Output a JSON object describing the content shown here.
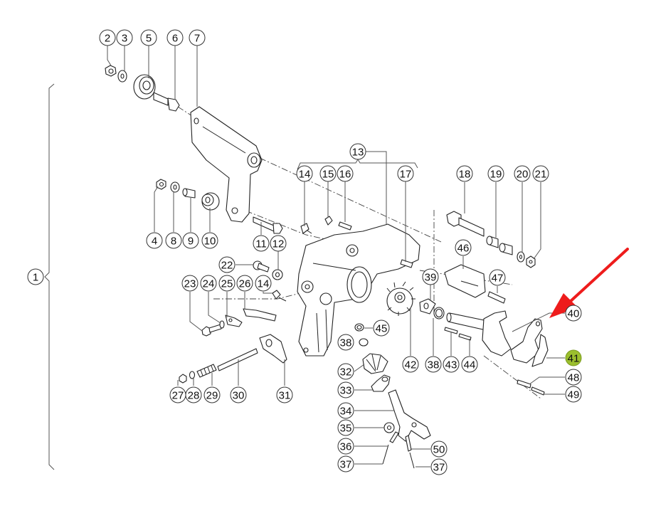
{
  "diagram": {
    "title": "Exploded parts diagram",
    "highlight_color": "#9bbf2e",
    "arrow_color": "#ee1c1c",
    "highlighted_part": "41",
    "arrow_target_part": "40",
    "group_label": "1",
    "subgroup_label": "13",
    "callouts": [
      {
        "id": "c1",
        "label": "1"
      },
      {
        "id": "c2",
        "label": "2"
      },
      {
        "id": "c3",
        "label": "3"
      },
      {
        "id": "c5",
        "label": "5"
      },
      {
        "id": "c6",
        "label": "6"
      },
      {
        "id": "c7",
        "label": "7"
      },
      {
        "id": "c4",
        "label": "4"
      },
      {
        "id": "c8",
        "label": "8"
      },
      {
        "id": "c9",
        "label": "9"
      },
      {
        "id": "c10",
        "label": "10"
      },
      {
        "id": "c11",
        "label": "11"
      },
      {
        "id": "c12",
        "label": "12"
      },
      {
        "id": "c13",
        "label": "13"
      },
      {
        "id": "c14a",
        "label": "14"
      },
      {
        "id": "c15",
        "label": "15"
      },
      {
        "id": "c16",
        "label": "16"
      },
      {
        "id": "c17",
        "label": "17"
      },
      {
        "id": "c18",
        "label": "18"
      },
      {
        "id": "c19",
        "label": "19"
      },
      {
        "id": "c20",
        "label": "20"
      },
      {
        "id": "c21",
        "label": "21"
      },
      {
        "id": "c22",
        "label": "22"
      },
      {
        "id": "c23",
        "label": "23"
      },
      {
        "id": "c24",
        "label": "24"
      },
      {
        "id": "c25",
        "label": "25"
      },
      {
        "id": "c26",
        "label": "26"
      },
      {
        "id": "c14b",
        "label": "14"
      },
      {
        "id": "c27",
        "label": "27"
      },
      {
        "id": "c28",
        "label": "28"
      },
      {
        "id": "c29",
        "label": "29"
      },
      {
        "id": "c30",
        "label": "30"
      },
      {
        "id": "c31",
        "label": "31"
      },
      {
        "id": "c32",
        "label": "32"
      },
      {
        "id": "c33",
        "label": "33"
      },
      {
        "id": "c34",
        "label": "34"
      },
      {
        "id": "c35",
        "label": "35"
      },
      {
        "id": "c36",
        "label": "36"
      },
      {
        "id": "c37a",
        "label": "37"
      },
      {
        "id": "c37b",
        "label": "37"
      },
      {
        "id": "c50",
        "label": "50"
      },
      {
        "id": "c38a",
        "label": "38"
      },
      {
        "id": "c38b",
        "label": "38"
      },
      {
        "id": "c39",
        "label": "39"
      },
      {
        "id": "c42",
        "label": "42"
      },
      {
        "id": "c43",
        "label": "43"
      },
      {
        "id": "c44",
        "label": "44"
      },
      {
        "id": "c45",
        "label": "45"
      },
      {
        "id": "c46",
        "label": "46"
      },
      {
        "id": "c47",
        "label": "47"
      },
      {
        "id": "c40",
        "label": "40"
      },
      {
        "id": "c41",
        "label": "41"
      },
      {
        "id": "c48",
        "label": "48"
      },
      {
        "id": "c49",
        "label": "49"
      }
    ]
  }
}
